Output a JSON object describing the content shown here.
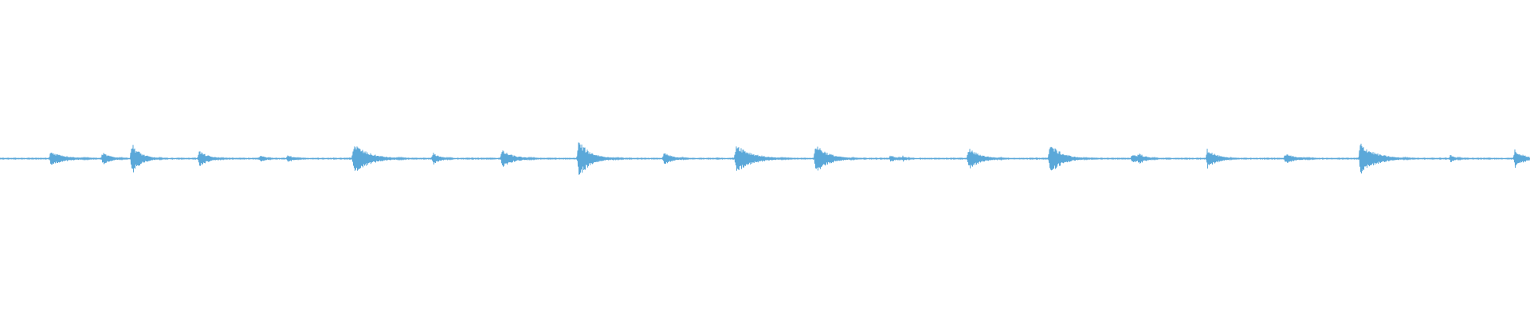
{
  "waveform": {
    "color": "#5ba8d9",
    "background": "#ffffff",
    "duration_fraction_visible": 1.0,
    "events": [
      {
        "t": 0.033,
        "amp": 0.12,
        "decay": 0.01
      },
      {
        "t": 0.039,
        "amp": 0.08,
        "decay": 0.006
      },
      {
        "t": 0.067,
        "amp": 0.1,
        "decay": 0.006
      },
      {
        "t": 0.086,
        "amp": 0.26,
        "decay": 0.006
      },
      {
        "t": 0.13,
        "amp": 0.14,
        "decay": 0.006
      },
      {
        "t": 0.17,
        "amp": 0.06,
        "decay": 0.004
      },
      {
        "t": 0.188,
        "amp": 0.07,
        "decay": 0.004
      },
      {
        "t": 0.231,
        "amp": 0.26,
        "decay": 0.01
      },
      {
        "t": 0.283,
        "amp": 0.1,
        "decay": 0.005
      },
      {
        "t": 0.328,
        "amp": 0.14,
        "decay": 0.008
      },
      {
        "t": 0.378,
        "amp": 0.3,
        "decay": 0.008
      },
      {
        "t": 0.434,
        "amp": 0.1,
        "decay": 0.006
      },
      {
        "t": 0.481,
        "amp": 0.26,
        "decay": 0.01
      },
      {
        "t": 0.533,
        "amp": 0.26,
        "decay": 0.008
      },
      {
        "t": 0.582,
        "amp": 0.06,
        "decay": 0.004
      },
      {
        "t": 0.59,
        "amp": 0.05,
        "decay": 0.003
      },
      {
        "t": 0.633,
        "amp": 0.18,
        "decay": 0.008
      },
      {
        "t": 0.686,
        "amp": 0.26,
        "decay": 0.008
      },
      {
        "t": 0.74,
        "amp": 0.08,
        "decay": 0.006
      },
      {
        "t": 0.744,
        "amp": 0.1,
        "decay": 0.005
      },
      {
        "t": 0.789,
        "amp": 0.18,
        "decay": 0.006
      },
      {
        "t": 0.84,
        "amp": 0.08,
        "decay": 0.008
      },
      {
        "t": 0.889,
        "amp": 0.26,
        "decay": 0.01
      },
      {
        "t": 0.948,
        "amp": 0.06,
        "decay": 0.004
      },
      {
        "t": 0.99,
        "amp": 0.16,
        "decay": 0.006
      }
    ]
  }
}
